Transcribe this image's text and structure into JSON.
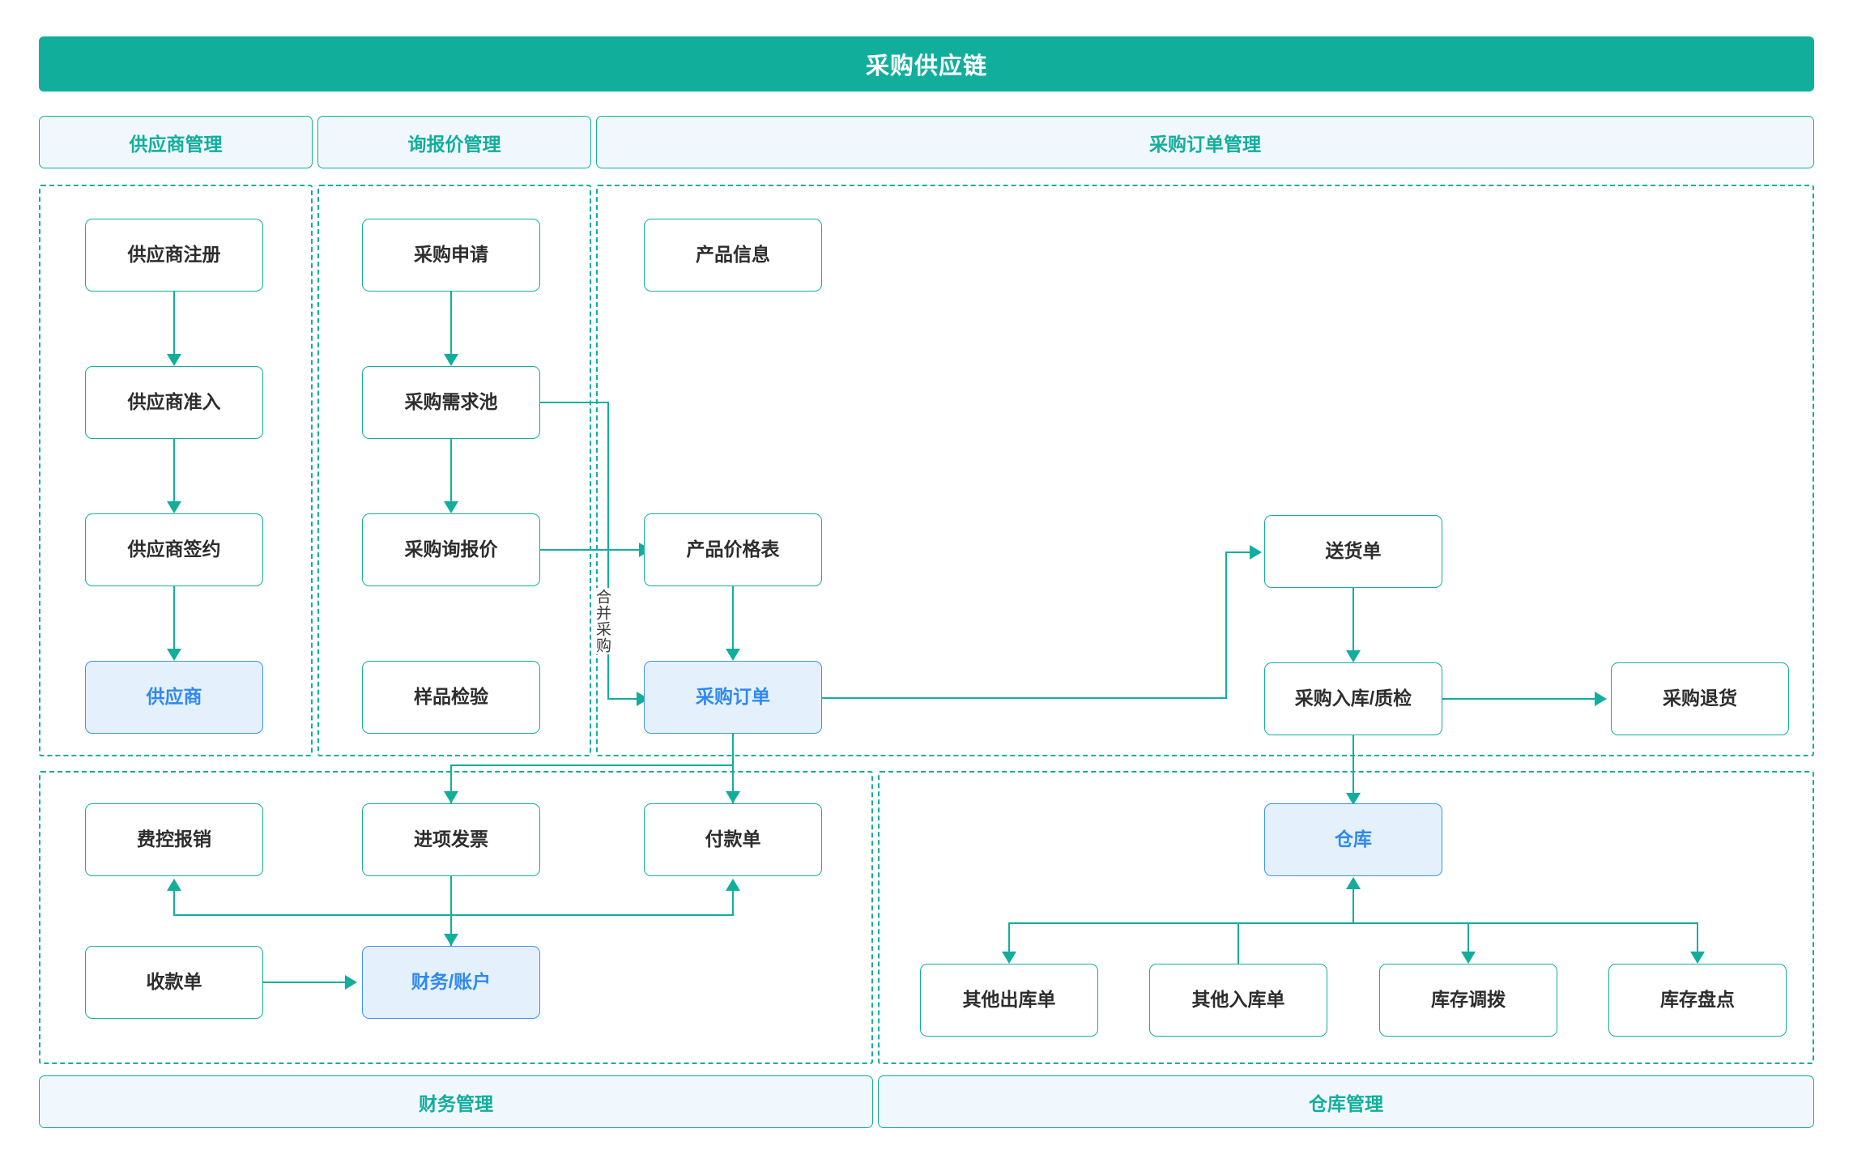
{
  "banner": {
    "title": "采购供应链"
  },
  "sections": [
    {
      "id": "supplier",
      "label": "供应商管理"
    },
    {
      "id": "quotation",
      "label": "询报价管理"
    },
    {
      "id": "purchase",
      "label": "采购订单管理"
    },
    {
      "id": "finance",
      "label": "财务管理"
    },
    {
      "id": "warehouse",
      "label": "仓库管理"
    }
  ],
  "nodes": {
    "supplier_register": "供应商注册",
    "supplier_access": "供应商准入",
    "supplier_contract": "供应商签约",
    "supplier": "供应商",
    "purchase_request": "采购申请",
    "demand_pool": "采购需求池",
    "rfq": "采购询报价",
    "sample_check": "样品检验",
    "product_info": "产品信息",
    "price_list": "产品价格表",
    "purchase_order": "采购订单",
    "delivery_note": "送货单",
    "inbound_qc": "采购入库/质检",
    "purchase_return": "采购退货",
    "expense_claim": "费控报销",
    "input_invoice": "进项发票",
    "payment_voucher": "付款单",
    "receipt_voucher": "收款单",
    "finance_account": "财务/账户",
    "warehouse": "仓库",
    "other_outbound": "其他出库单",
    "other_inbound": "其他入库单",
    "stock_transfer": "库存调拨",
    "stock_count": "库存盘点"
  },
  "edge_labels": {
    "merge_purchase": "合并采购"
  },
  "colors": {
    "brand": "#12AE9C",
    "banner_bg": "#12AE9C",
    "chip_bg": "#F1F8FD",
    "highlight_bg": "#E4F1FD",
    "highlight_border": "#3C91F2",
    "highlight_text": "#2F88F0",
    "node_text": "#2D2D2D",
    "page_bg": "#FFFFFF"
  }
}
